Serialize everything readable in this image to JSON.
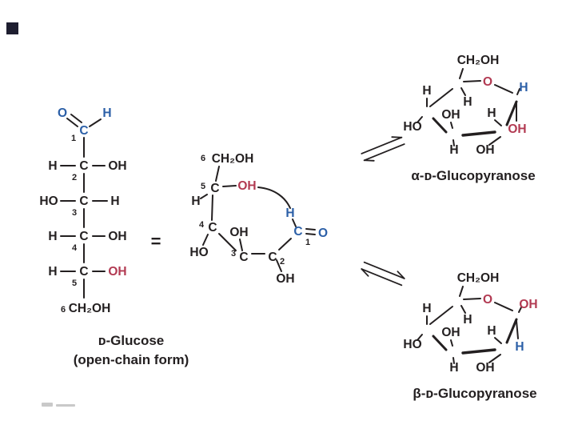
{
  "colors": {
    "ink": "#231f20",
    "carbonyl_blue": "#2b5fa7",
    "hydroxyl_red": "#b23a52",
    "corner_square": "#1e1e30",
    "background": "#ffffff"
  },
  "atoms": {
    "C": "C",
    "H": "H",
    "O": "O",
    "OH": "OH",
    "HO": "HO",
    "CH2OH": "CH₂OH"
  },
  "numbers": {
    "n1": "1",
    "n2": "2",
    "n3": "3",
    "n4": "4",
    "n5": "5",
    "n6": "6"
  },
  "labels": {
    "equals": "=",
    "open_chain_name": "ᴅ-Glucose",
    "open_chain_sub": "(open-chain form)",
    "alpha_name": "α-ᴅ-Glucopyranose",
    "beta_name": "β-ᴅ-Glucopyranose"
  }
}
